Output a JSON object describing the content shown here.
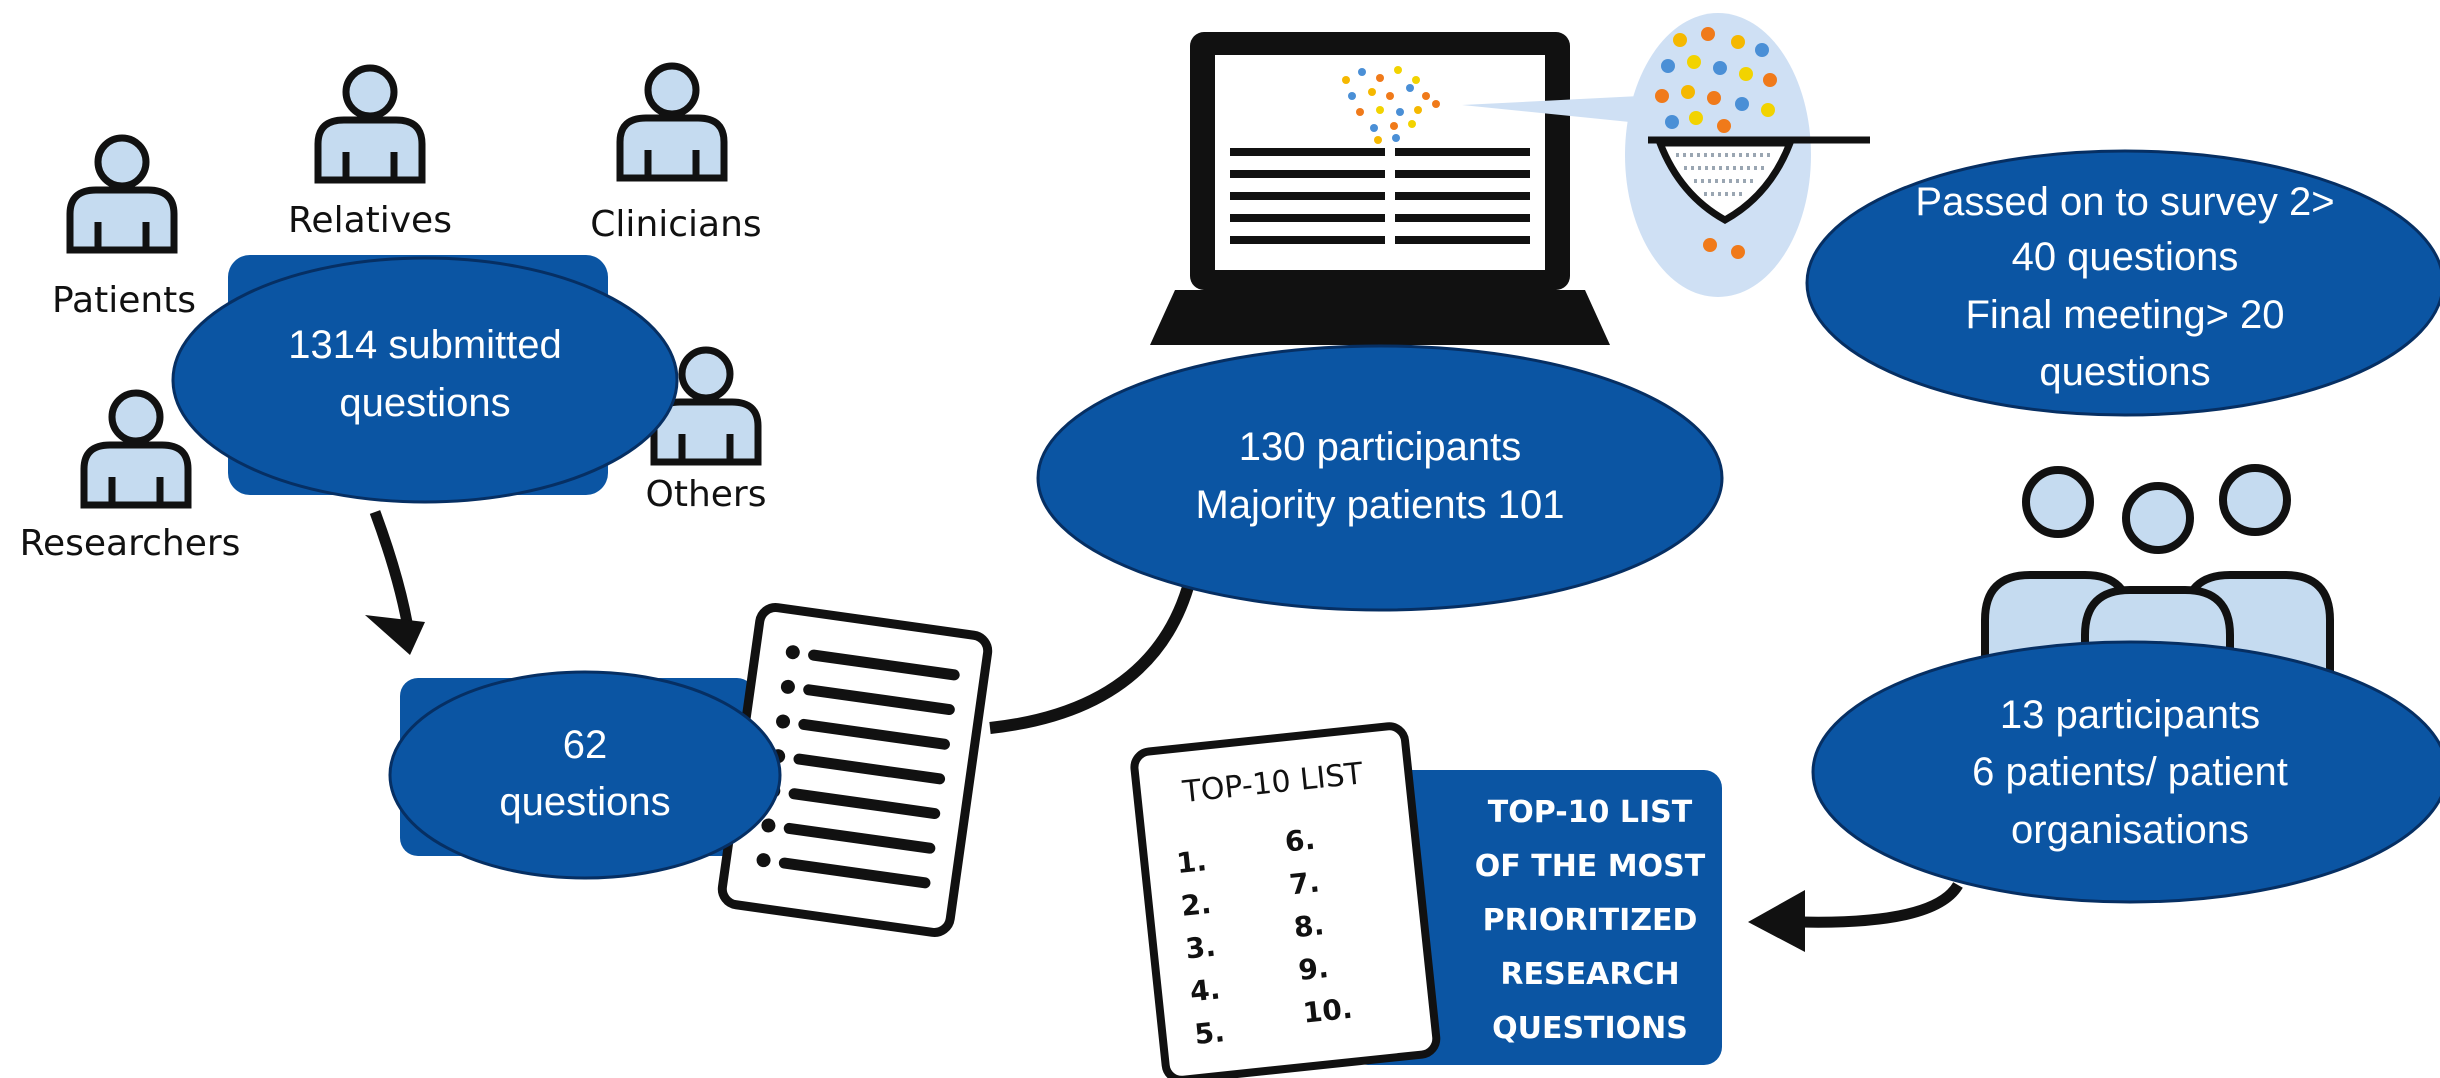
{
  "colors": {
    "ellipse_fill": "#0b55a3",
    "ellipse_stroke": "#062f63",
    "box_fill": "#0b55a3",
    "person_fill": "#c5dbf0",
    "outline": "#111111",
    "bubble_fill": "#cfe0f4",
    "dot_colors": [
      "#f5b800",
      "#4a8fd6",
      "#f07a1a",
      "#f2d300"
    ]
  },
  "stakeholders": {
    "relatives": "Relatives",
    "clinicians": "Clinicians",
    "patients": "Patients",
    "researchers": "Researchers",
    "others": "Others"
  },
  "stage1": {
    "line1": "1314 submitted",
    "line2": "questions"
  },
  "stage2": {
    "line1": "62",
    "line2": "questions"
  },
  "stage3": {
    "line1": "130 participants",
    "line2": "Majority patients 101"
  },
  "stage4": {
    "line1": "Passed on to survey 2>",
    "line2": "40 questions",
    "line3": "Final meeting> 20",
    "line4": "questions"
  },
  "stage5": {
    "line1": "13 participants",
    "line2": "6 patients/ patient",
    "line3": "organisations"
  },
  "top10_card": {
    "title": "TOP-10 LIST",
    "items_left": [
      "1.",
      "2.",
      "3.",
      "4.",
      "5."
    ],
    "items_right": [
      "6.",
      "7.",
      "8.",
      "9.",
      "10."
    ]
  },
  "top10_box": {
    "line1": "TOP-10 LIST",
    "line2": "OF THE MOST",
    "line3": "PRIORITIZED",
    "line4": "RESEARCH",
    "line5": "QUESTIONS"
  }
}
